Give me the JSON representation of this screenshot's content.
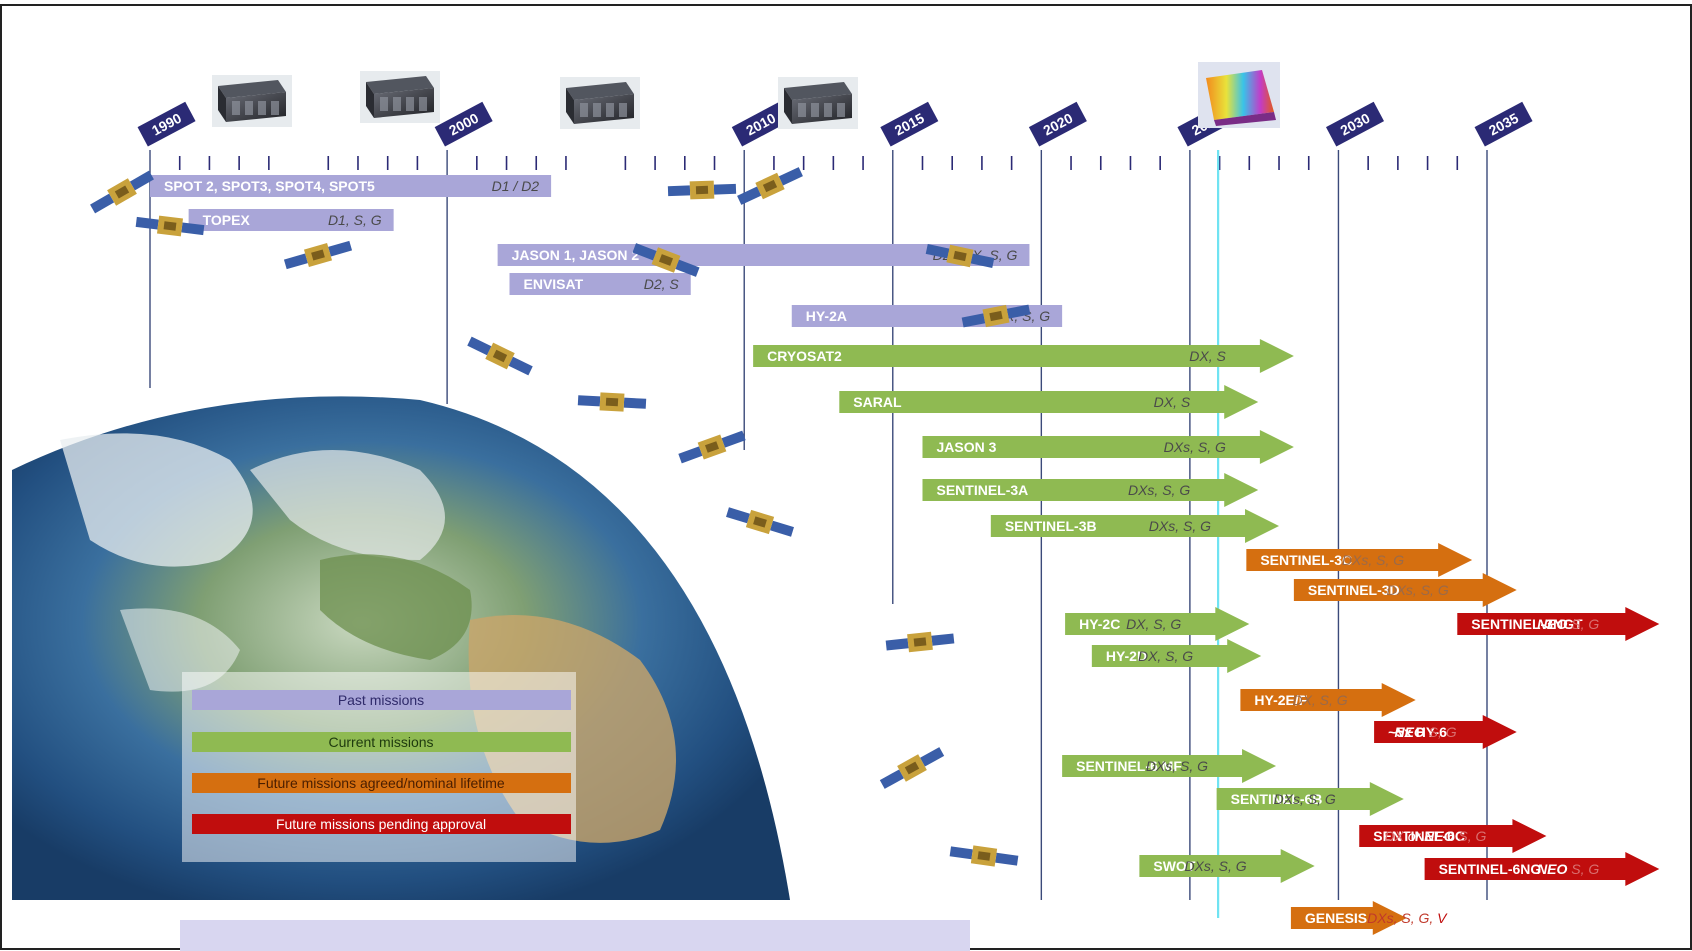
{
  "colors": {
    "past": "#a9a6d8",
    "current": "#8fba52",
    "future_agreed": "#d56f10",
    "future_pending": "#c00d0d",
    "timeline_flag": "#2b2a75",
    "today_line": "#6fe3f2",
    "year_line": "#3b4a7a"
  },
  "timeline": {
    "years": [
      "1990",
      "2000",
      "2010",
      "2015",
      "2020",
      "2025",
      "2030",
      "2035"
    ]
  },
  "missions": [
    {
      "name": "SPOT 2, SPOT3, SPOT4, SPOT5",
      "extra": "D1 / D2",
      "category": "past",
      "start": 1990,
      "end": 2003.5
    },
    {
      "name": "TOPEX",
      "extra": "D1, S, G",
      "category": "past",
      "start": 1991.3,
      "end": 1998.2
    },
    {
      "name": "JASON 1, JASON 2",
      "extra": "D2 / DX, S, G",
      "category": "past",
      "start": 2001.7,
      "end": 2019.6
    },
    {
      "name": "ENVISAT",
      "extra": "D2, S",
      "category": "past",
      "start": 2002.1,
      "end": 2008.2
    },
    {
      "name": "HY-2A",
      "extra": "DX, S, G",
      "category": "past",
      "start": 2011.6,
      "end": 2020.7
    },
    {
      "name": "CRYOSAT2",
      "extra": "DX, S",
      "category": "current",
      "start": 2010.3,
      "end": 2028.5
    },
    {
      "name": "SARAL",
      "extra": "DX, S",
      "category": "current",
      "start": 2013.2,
      "end": 2027.3
    },
    {
      "name": "JASON 3",
      "extra": "DXs, S, G",
      "category": "current",
      "start": 2016.0,
      "end": 2028.5
    },
    {
      "name": "SENTINEL-3A",
      "extra": "DXs, S, G",
      "category": "current",
      "start": 2016.0,
      "end": 2027.3
    },
    {
      "name": "SENTINEL-3B",
      "extra": "DXs, S, G",
      "category": "current",
      "start": 2018.3,
      "end": 2028.0
    },
    {
      "name": "SENTINEL-3C",
      "extra": "DXs, S, G",
      "category": "future_agreed",
      "start": 2026.9,
      "end": 2034.5
    },
    {
      "name": "SENTINEL-3D",
      "extra": "DXs, S, G",
      "category": "future_agreed",
      "start": 2028.5,
      "end": 2036.0
    },
    {
      "name": "SENTINEL-3NGT",
      "extra_parts": [
        {
          "text": "NEO",
          "color": "#ffffff"
        },
        {
          "text": " S, G",
          "color": "#d97070"
        }
      ],
      "category": "future_pending",
      "start": 2034.0,
      "end": 2040.8
    },
    {
      "name": "HY-2C",
      "extra": "DX, S, G",
      "category": "current",
      "start": 2020.8,
      "end": 2027.0
    },
    {
      "name": "HY-2D",
      "extra": "DX, S, G",
      "category": "current",
      "start": 2021.7,
      "end": 2027.4
    },
    {
      "name": "HY-2E/F",
      "extra": "DX, S, G",
      "category": "future_agreed",
      "start": 2026.7,
      "end": 2032.6
    },
    {
      "name": "~5x HY-6",
      "extra_parts": [
        {
          "text": "NEO",
          "color": "#ffffff"
        },
        {
          "text": " S, G",
          "color": "#d97070"
        }
      ],
      "category": "future_pending",
      "start": 2031.2,
      "end": 2036.0
    },
    {
      "name": "SENTINEL-6 MF",
      "extra": "DXs, S, G",
      "category": "current",
      "start": 2020.7,
      "end": 2027.9
    },
    {
      "name": "SENTINEL-6B",
      "extra": "DXs, S, G",
      "category": "current",
      "start": 2025.9,
      "end": 2032.2
    },
    {
      "name": "SENTINEL-6C",
      "extra_parts": [
        {
          "text": "DX",
          "color": "#d97070"
        },
        {
          "text": " or ",
          "color": "#ffffff"
        },
        {
          "text": "NEO",
          "color": "#ffffff"
        },
        {
          "text": " S, G",
          "color": "#d97070"
        }
      ],
      "category": "future_pending",
      "start": 2030.7,
      "end": 2037.0
    },
    {
      "name": "SENTINEL-6NG",
      "extra_parts": [
        {
          "text": "NEO",
          "color": "#ffffff"
        },
        {
          "text": " S, G",
          "color": "#d97070"
        }
      ],
      "category": "future_pending",
      "start": 2032.9,
      "end": 2040.8
    },
    {
      "name": "SWOT",
      "extra": "DXs, S, G",
      "category": "current",
      "start": 2023.3,
      "end": 2029.2
    },
    {
      "name": "GENESIS",
      "extra_parts": [
        {
          "text": " DXs, S, G, ",
          "color": "#c0392b"
        },
        {
          "text": "V",
          "color": "#c00d0d"
        }
      ],
      "category": "future_agreed",
      "label_color": "#ffe234",
      "start": 2028.4,
      "end": 2032.3
    }
  ],
  "legend": {
    "past": "Past missions",
    "current": "Current missions",
    "future_agreed": "Future missions agreed/nominal lifetime",
    "future_pending": "Future missions pending approval"
  },
  "icons": [
    "satellite-icon",
    "earth-globe-image",
    "instrument-box-icon",
    "genesis-satellite-icon"
  ]
}
